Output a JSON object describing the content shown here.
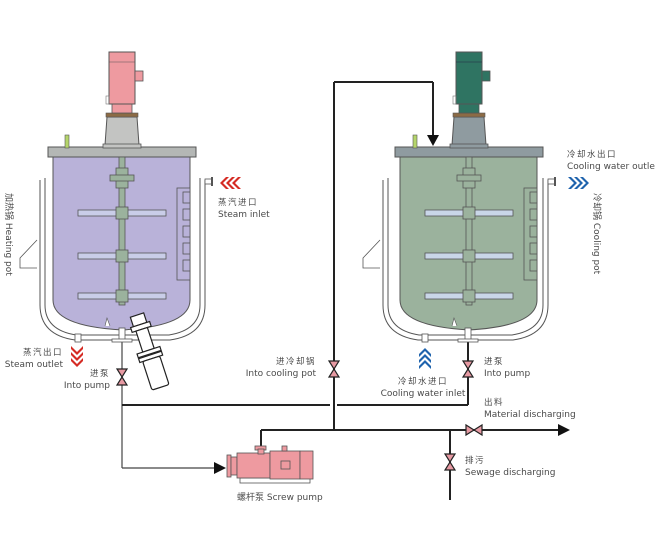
{
  "title": "Heating and cooling pot process flow",
  "colors": {
    "heating_fill": "#b9b2d9",
    "cooling_fill": "#9bb29d",
    "heating_motor": "#ee9aa0",
    "cooling_motor": "#2f7462",
    "steam_arrow": "#d52b24",
    "water_arrow": "#1f63ad",
    "valve": "#e79aa3",
    "pump": "#ee9aa0",
    "lid": "#b4b7b5",
    "lid_cooling": "#8f9ba0",
    "sight_glass": "#b5d56b"
  },
  "labels": {
    "heating_pot": {
      "cn": "加热锅",
      "en": "Heating pot"
    },
    "cooling_pot": {
      "cn": "冷却锅",
      "en": "Cooling pot"
    },
    "steam_inlet": {
      "cn": "蒸汽进口",
      "en": "Steam inlet"
    },
    "steam_outlet": {
      "cn": "蒸汽出口",
      "en": "Steam outlet"
    },
    "into_pump_left": {
      "cn": "进泵",
      "en": "Into pump"
    },
    "into_cooling_pot": {
      "cn": "进冷却锅",
      "en": "Into cooling pot"
    },
    "cooling_water_inlet": {
      "cn": "冷却水进口",
      "en": "Cooling water inlet"
    },
    "into_pump_right": {
      "cn": "进泵",
      "en": "Into pump"
    },
    "cooling_water_outlet": {
      "cn": "冷却水出口",
      "en": "Cooling water outlet"
    },
    "material_discharging": {
      "cn": "出料",
      "en": "Material discharging"
    },
    "sewage_discharging": {
      "cn": "排污",
      "en": "Sewage discharging"
    },
    "screw_pump": {
      "cn": "螺杆泵",
      "en": "Screw pump"
    }
  }
}
